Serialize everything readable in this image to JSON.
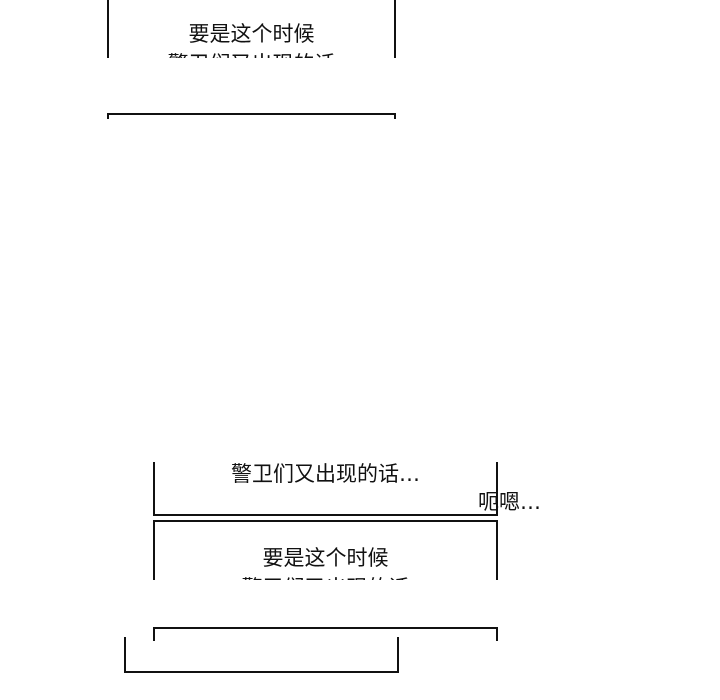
{
  "panels": [
    {
      "lines": [
        "要是这个时候",
        "警卫们又出现的话"
      ]
    },
    {
      "lines": [
        "警卫们又出现的话…"
      ]
    },
    {
      "lines": [
        "要是这个时候",
        "警卫们又出现的话"
      ]
    }
  ],
  "sfx": "呃嗯…"
}
